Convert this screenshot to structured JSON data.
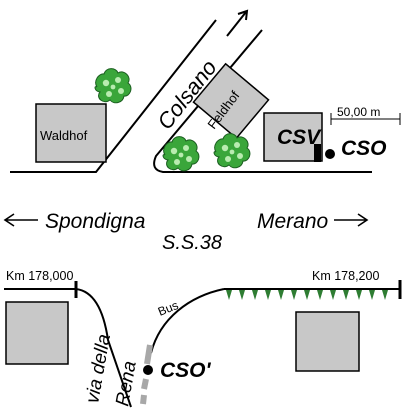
{
  "labels": {
    "colsano": "Colsano",
    "waldhof": "Waldhof",
    "feldhof": "Feldhof",
    "csv": "CSV",
    "cso": "CSO",
    "cso_prime": "CSO'",
    "scale": "50,00 m",
    "spondigna": "Spondigna",
    "merano": "Merano",
    "ss38": "S.S.38",
    "km_left": "Km 178,000",
    "km_right": "Km 178,200",
    "bus": "Bus",
    "via_della": "via della",
    "rena": "Rena"
  },
  "colors": {
    "building_fill": "#c8c8c8",
    "line": "#000000",
    "tree_green": "#3aa63a",
    "tree_light": "#b9ecb0",
    "bus_lane": "#a8a8a8",
    "marker_green": "#2e7d32"
  },
  "icons": {
    "trees": "bush-icon",
    "arrows": "arrow-icon",
    "markers": "dot-marker-icon"
  }
}
